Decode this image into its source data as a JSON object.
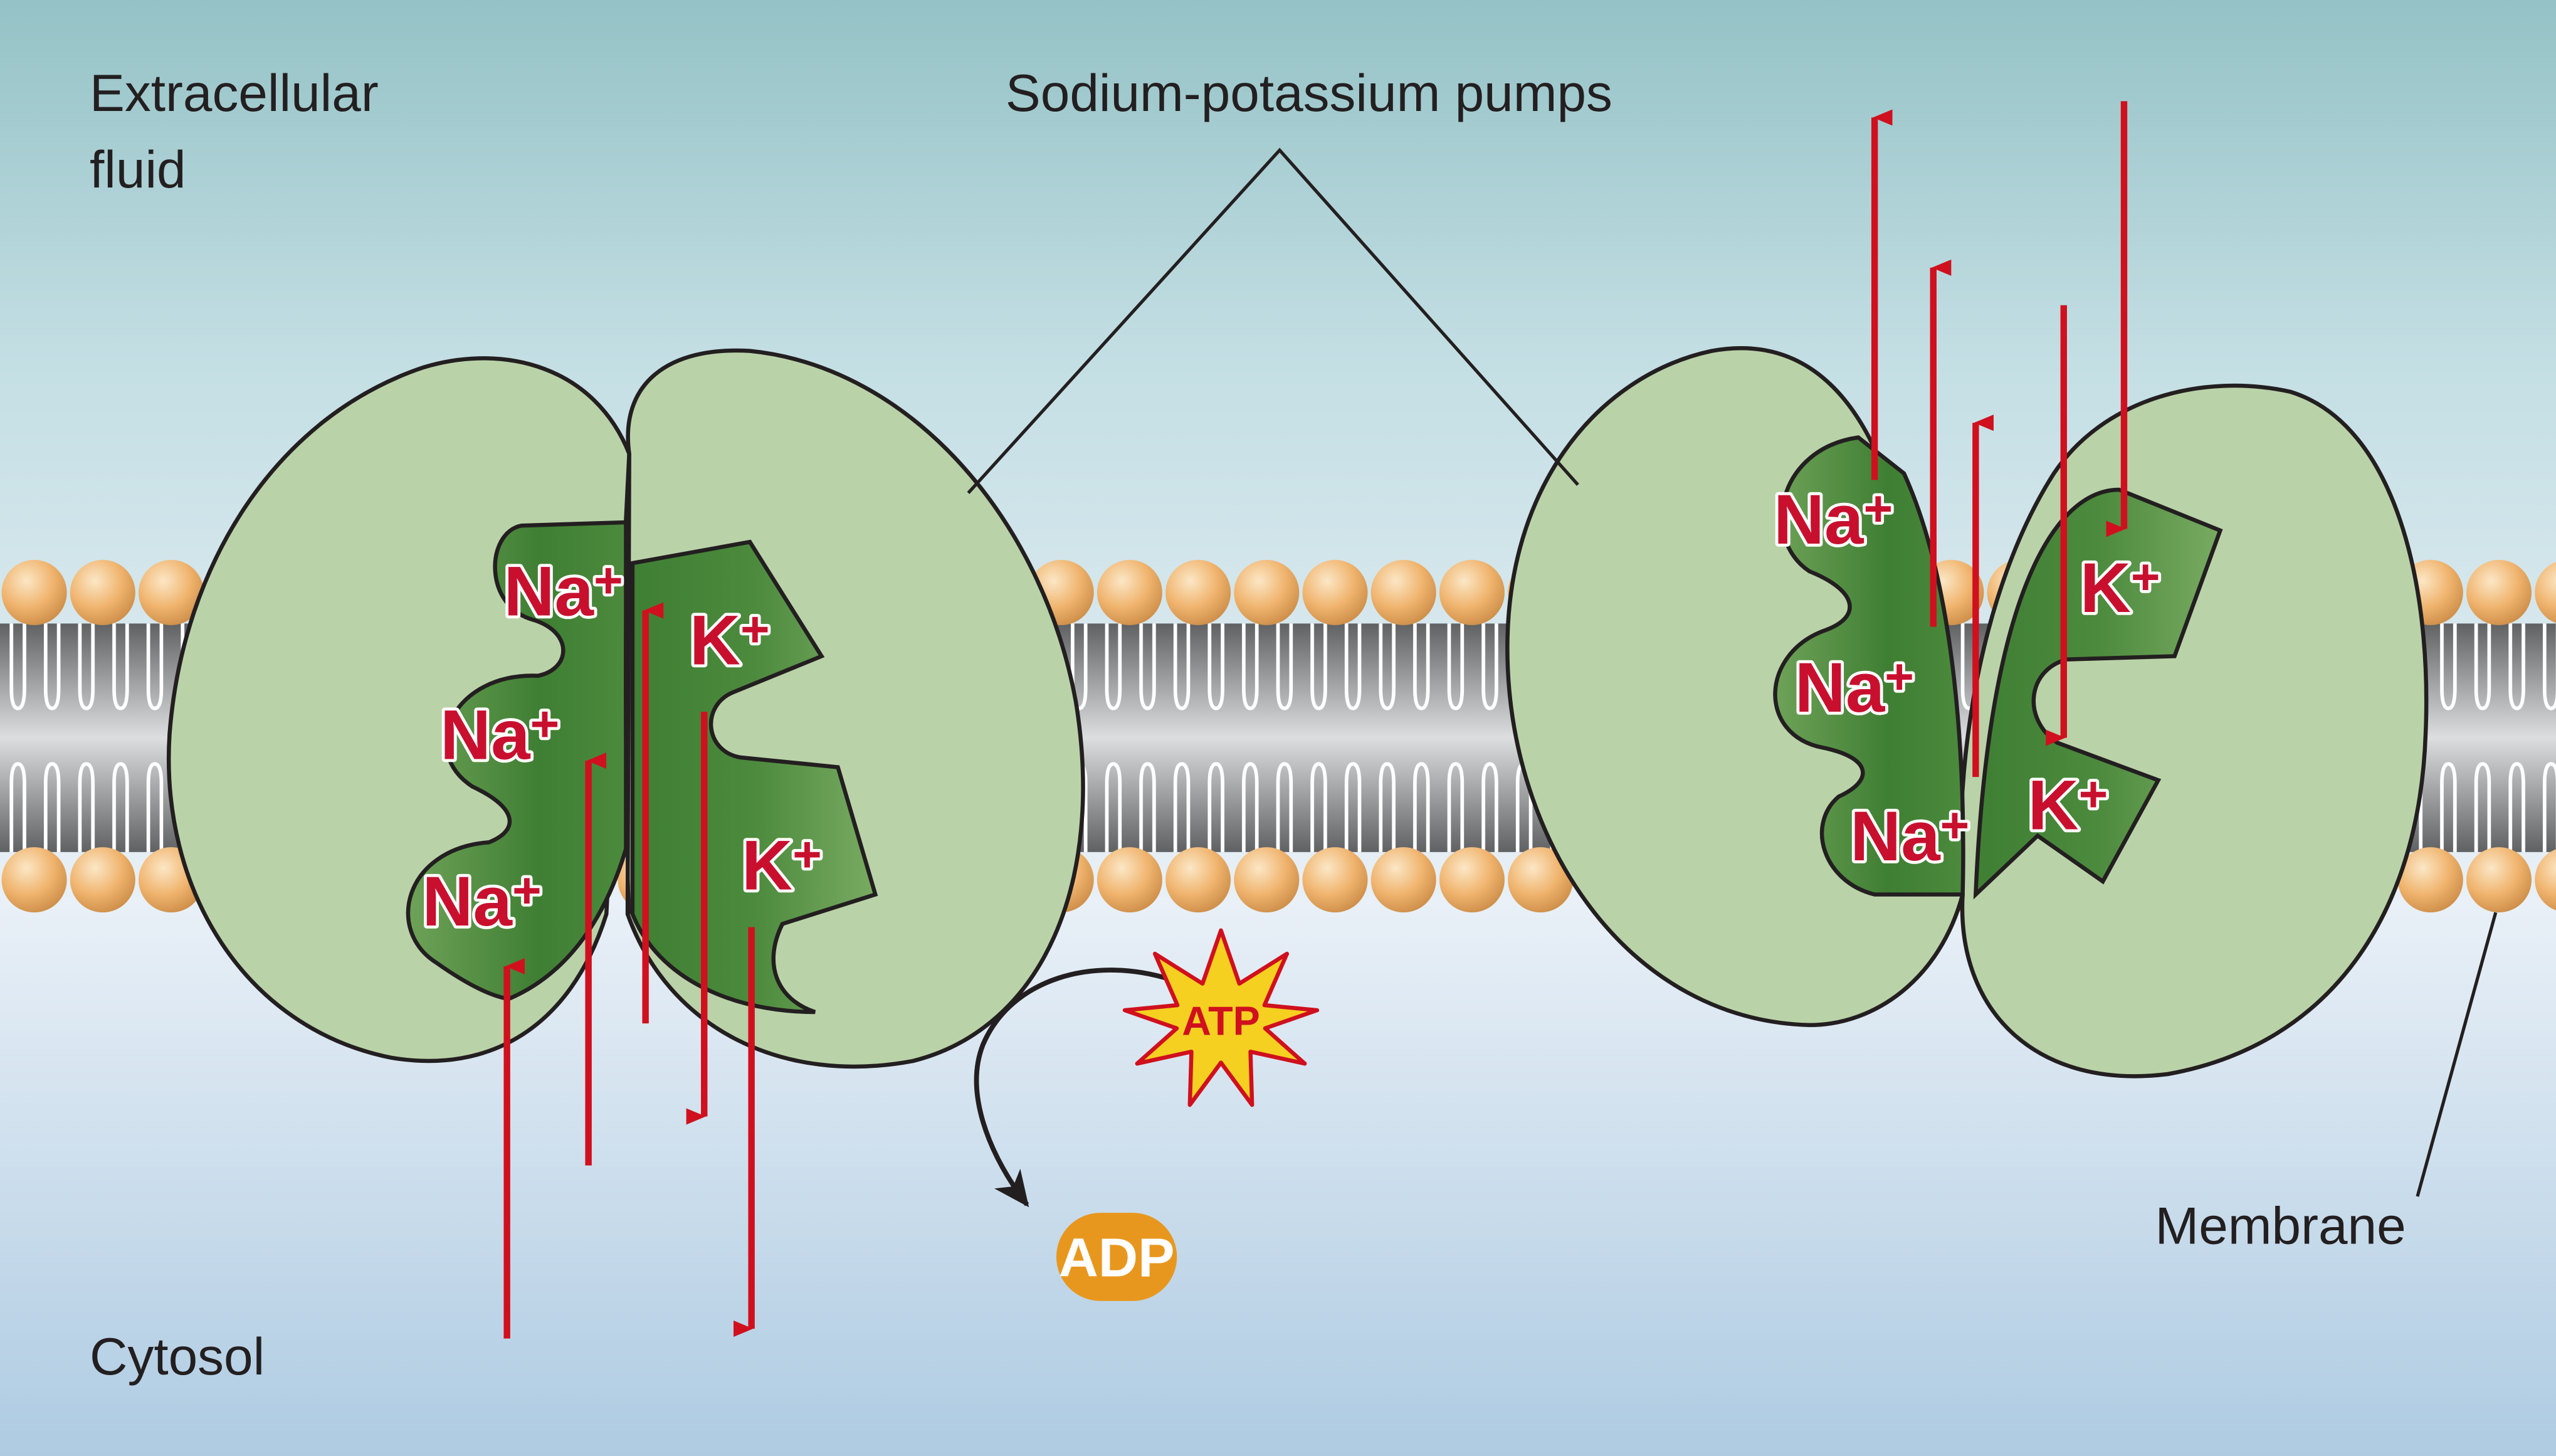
{
  "labels": {
    "extracellular_line1": "Extracellular",
    "extracellular_line2": "fluid",
    "pumps": "Sodium-potassium pumps",
    "cytosol": "Cytosol",
    "membrane": "Membrane"
  },
  "ions": {
    "sodium": "Na",
    "potassium": "K",
    "charge": "+"
  },
  "energy": {
    "atp": "ATP",
    "adp": "ADP"
  },
  "colors": {
    "extracellular_top": "#94c2c6",
    "cytosol_bottom": "#aecbe2",
    "protein": "#bad2a8",
    "protein_pocket": "#4e8c3c",
    "arrow": "#d0101e",
    "lipid_head": "#f0b46e",
    "atp_star": "#f5d020",
    "adp_badge": "#e8971e"
  }
}
